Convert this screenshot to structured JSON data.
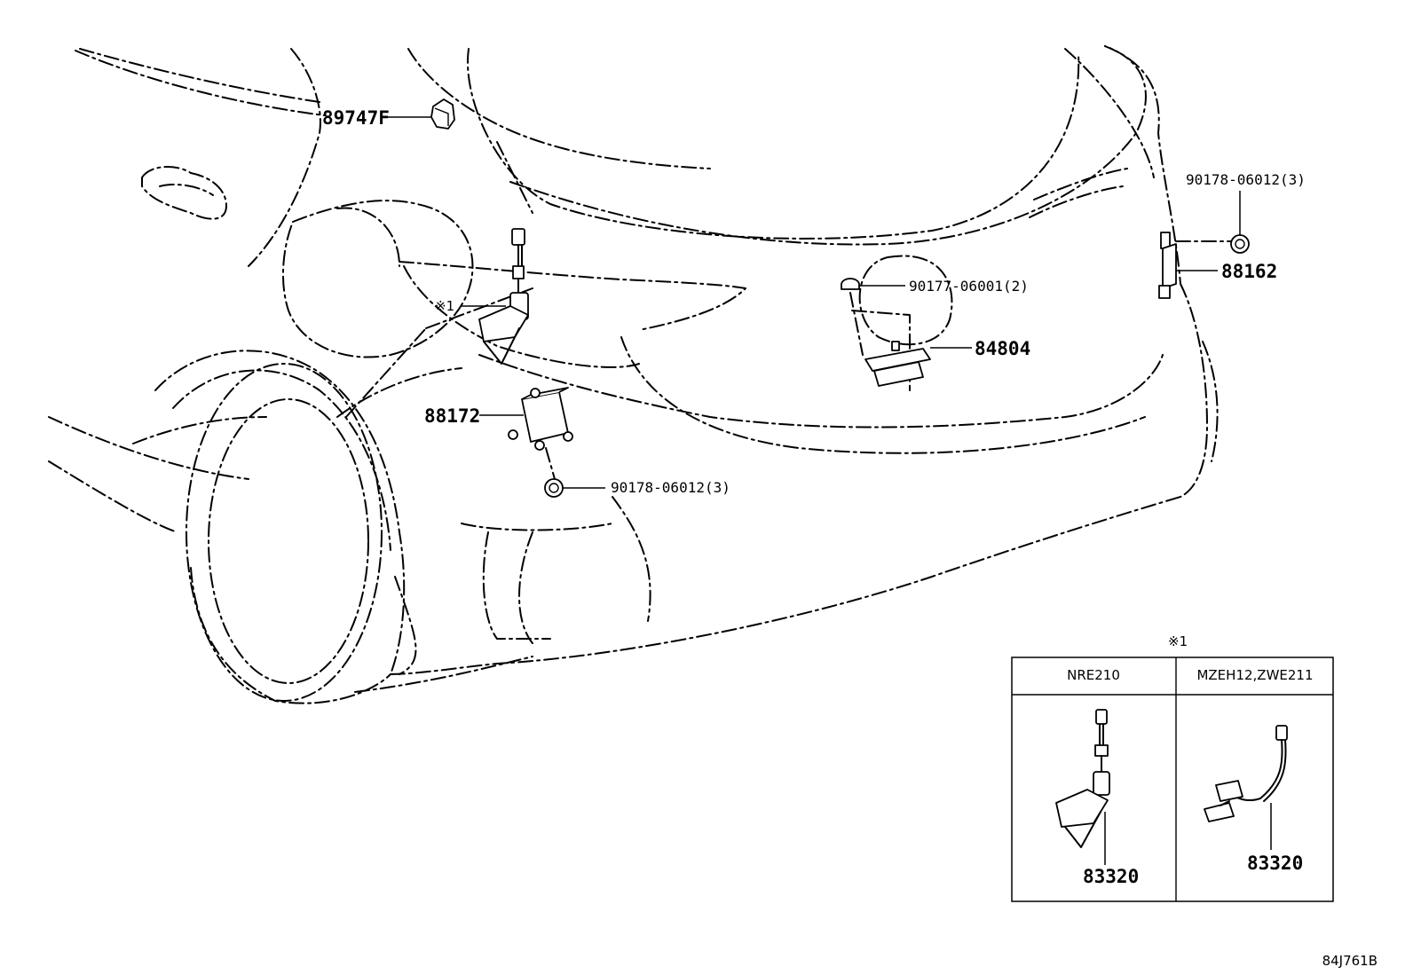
{
  "labels": {
    "p89747f": "89747F",
    "p90178_top": "90178-06012(3)",
    "p88162": "88162",
    "p90177": "90177-06001(2)",
    "p84804": "84804",
    "note_ref": "※1",
    "p88172": "88172",
    "p90178_mid": "90178-06012(3)",
    "diagram_id": "84J761B"
  },
  "inset": {
    "note": "※1",
    "columns": [
      {
        "header": "NRE210",
        "part": "83320"
      },
      {
        "header": "MZEH12,ZWE211",
        "part": "83320"
      }
    ]
  }
}
